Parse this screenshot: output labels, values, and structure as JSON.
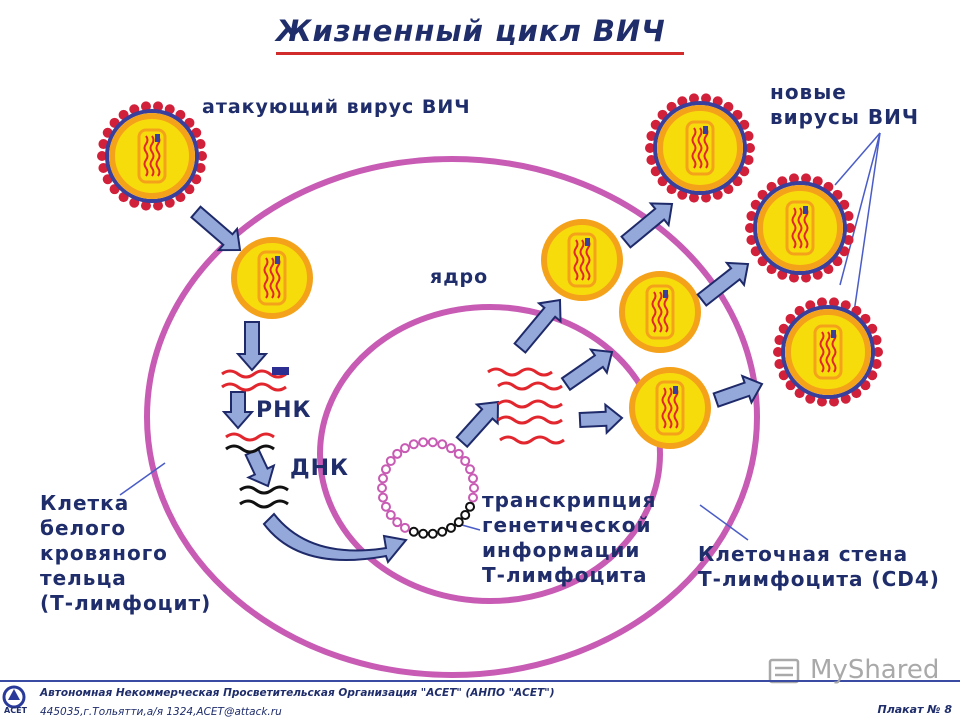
{
  "title": "Жизненный цикл ВИЧ",
  "labels": {
    "attacking_virus": "атакующий вирус ВИЧ",
    "new_viruses": "новые\nвирусы ВИЧ",
    "nucleus": "ядро",
    "rna": "РНК",
    "dna": "ДНК",
    "white_cell": "Клетка\nбелого\nкровяного\nтельца\n(Т-лимфоцит)",
    "transcription": "транскрипция\nгенетической\nинформации\nТ-лимфоцита",
    "cell_wall": "Клеточная стена\nТ-лимфоцита (CD4)"
  },
  "footer": {
    "organization": "Автономная Некоммерческая Просветительская Организация \"АСЕТ\" (АНПО \"АСЕТ\")",
    "address": "445035,г.Тольятти,а/я 1324,ACET@attack.ru",
    "poster": "Плакат № 8",
    "logo_text": "ACET",
    "watermark": "MyShared"
  },
  "colors": {
    "cell_membrane": "#c85bb4",
    "virus_core": "#f7dc0c",
    "virus_rim": "#f5a21b",
    "envelope": "#3a3f9c",
    "spikes": "#d1203a",
    "rna": "#e2262e",
    "arrow": "#94a8d9",
    "text": "#1f2d6b"
  }
}
